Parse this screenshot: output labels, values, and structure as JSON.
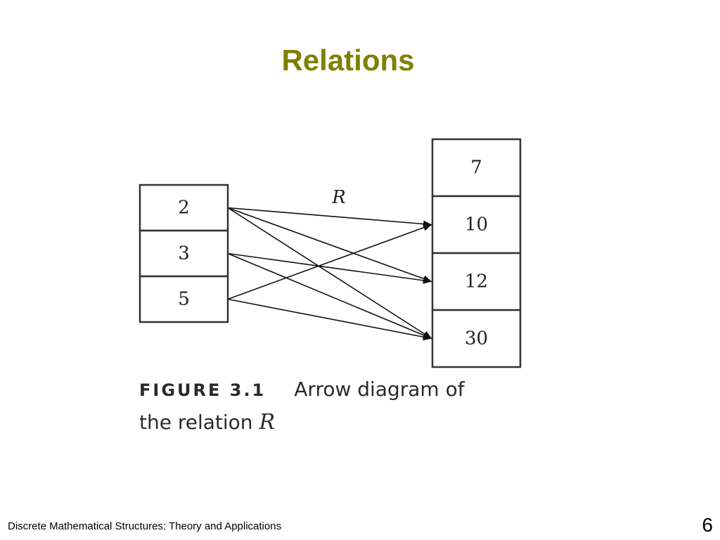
{
  "slide": {
    "title": "Relations",
    "title_color": "#808000",
    "footer": "Discrete Mathematical Structures: Theory and Applications",
    "page_number": "6"
  },
  "diagram": {
    "relation_label": "R",
    "domain": [
      "2",
      "3",
      "5"
    ],
    "codomain": [
      "7",
      "10",
      "12",
      "30"
    ],
    "pairs": [
      [
        "2",
        "10"
      ],
      [
        "2",
        "12"
      ],
      [
        "2",
        "30"
      ],
      [
        "3",
        "12"
      ],
      [
        "3",
        "30"
      ],
      [
        "5",
        "10"
      ],
      [
        "5",
        "30"
      ]
    ]
  },
  "caption": {
    "figure_number": "FIGURE 3.1",
    "text_line1": "Arrow diagram of",
    "text_line2": "the relation",
    "relation_symbol": "R"
  }
}
